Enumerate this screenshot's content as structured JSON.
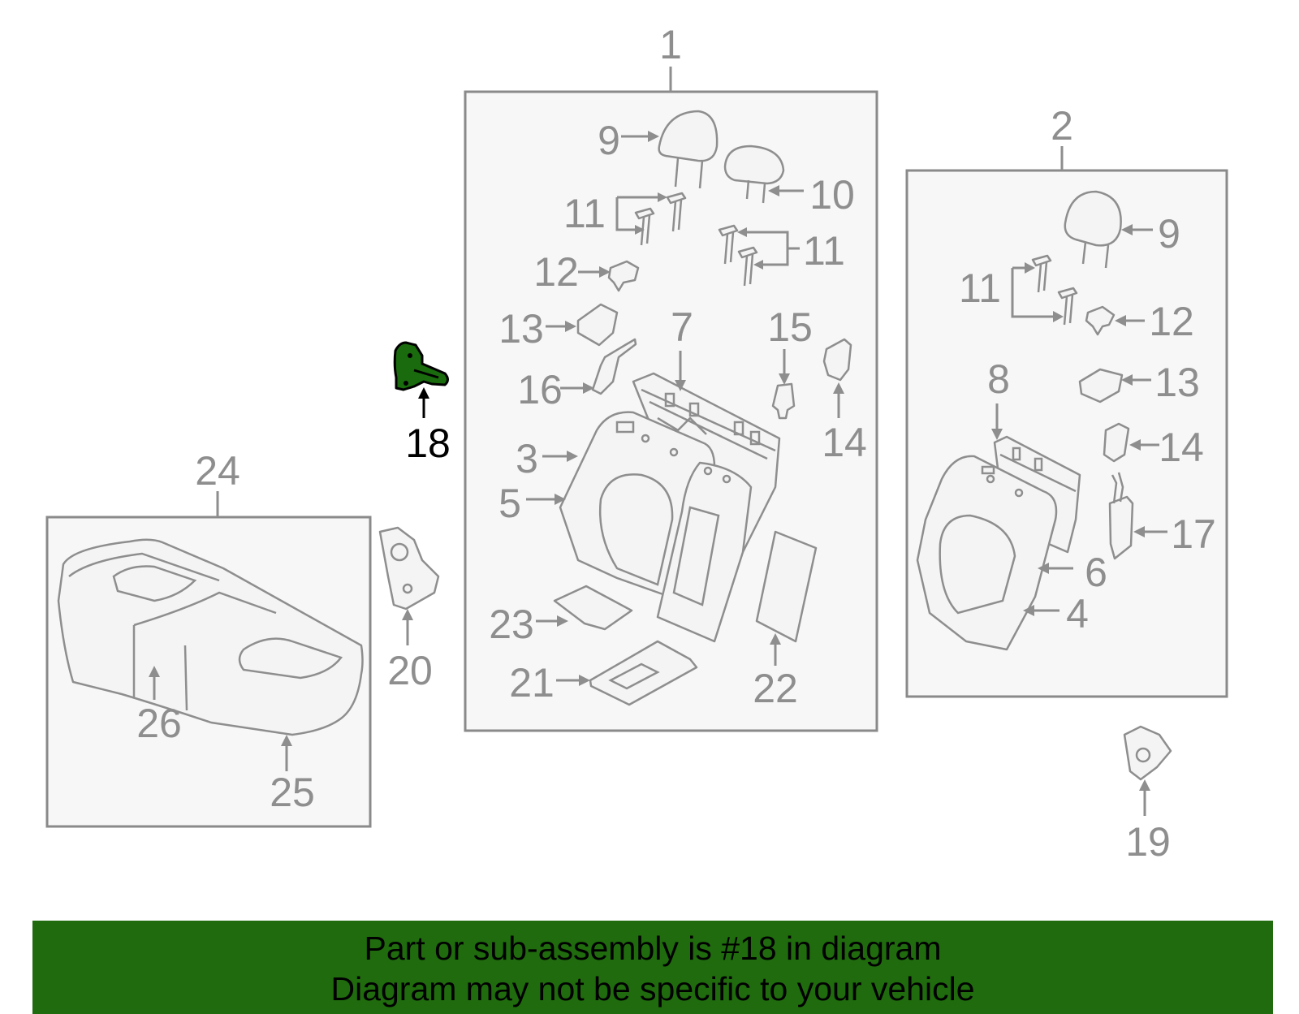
{
  "callouts": {
    "c1": "1",
    "c2": "2",
    "c3": "3",
    "c4": "4",
    "c5": "5",
    "c6": "6",
    "c7": "7",
    "c8": "8",
    "c9a": "9",
    "c9b": "9",
    "c10": "10",
    "c11a": "11",
    "c11b": "11",
    "c11c": "11",
    "c12a": "12",
    "c12b": "12",
    "c13a": "13",
    "c13b": "13",
    "c14a": "14",
    "c14b": "14",
    "c15": "15",
    "c16": "16",
    "c17": "17",
    "c18": "18",
    "c19": "19",
    "c20": "20",
    "c21": "21",
    "c22": "22",
    "c23": "23",
    "c24": "24",
    "c25": "25",
    "c26": "26"
  },
  "highlight": {
    "part_number": "18",
    "color": "#1f6b0d"
  },
  "banner": {
    "line1": "Part or sub-assembly is #18 in diagram",
    "line2": "Diagram may not be specific to your vehicle"
  }
}
